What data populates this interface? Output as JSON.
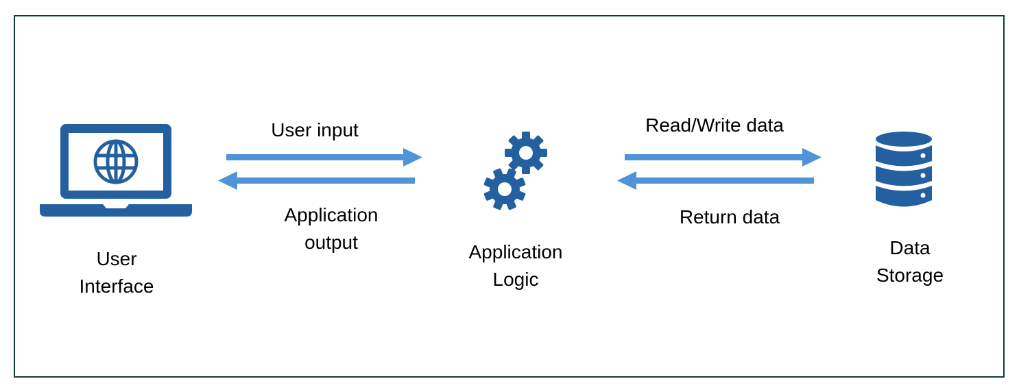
{
  "colors": {
    "icon": "#2460a0",
    "arrow": "#4f93d8",
    "frame": "#123a38",
    "text": "#000000"
  },
  "nodes": {
    "user_interface": {
      "icon": "laptop-globe-icon",
      "label_line1": "User",
      "label_line2": "Interface"
    },
    "application_logic": {
      "icon": "gears-icon",
      "label_line1": "Application",
      "label_line2": "Logic"
    },
    "data_storage": {
      "icon": "database-icon",
      "label_line1": "Data",
      "label_line2": "Storage"
    }
  },
  "edges": {
    "user_input": {
      "label": "User input"
    },
    "application_output": {
      "label_line1": "Application",
      "label_line2": "output"
    },
    "read_write_data": {
      "label": "Read/Write data"
    },
    "return_data": {
      "label": "Return data"
    }
  }
}
